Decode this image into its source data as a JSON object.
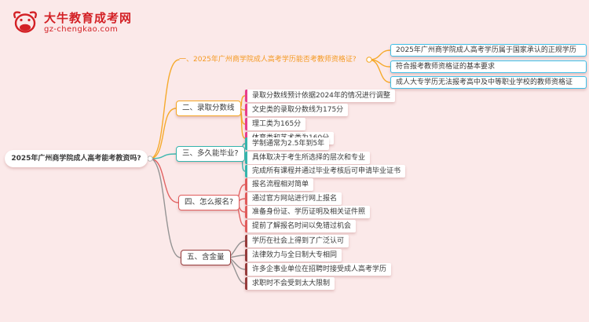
{
  "page": {
    "title": "2025年广州商学院成人高考能考教资吗?"
  },
  "logo": {
    "brand": "大牛教育成考网",
    "domain": "gz-chengkao.com",
    "icon": "cow-icon",
    "color": "#d32025"
  },
  "root": {
    "label": "2025年广州商学院成人高考能考教资吗?"
  },
  "branches": [
    {
      "label": "一、2025年广州商学院成人高考学历能否考教师资格证?",
      "color": "#f5a623",
      "item_accent": "#3ec0e8",
      "items": [
        "2025年广州商学院成人高考学历属于国家承认的正规学历",
        "符合报考教师资格证的基本要求",
        "成人大专学历无法报考高中及中等职业学校的教师资格证"
      ]
    },
    {
      "label": "二、录取分数线",
      "color": "#f5a623",
      "item_accent": "#e83e8c",
      "items": [
        "录取分数线预计依据2024年的情况进行调整",
        "文史类的录取分数线为175分",
        "理工类为165分",
        "体育类和艺术类为160分"
      ]
    },
    {
      "label": "三、多久能毕业?",
      "color": "#35b5ad",
      "item_accent": "#35b5ad",
      "items": [
        "学制通常为2.5年到5年",
        "具体取决于考生所选择的层次和专业",
        "完成所有课程并通过毕业考核后可申请毕业证书"
      ]
    },
    {
      "label": "四、怎么报名?",
      "color": "#e05c5c",
      "item_accent": "#e05c5c",
      "items": [
        "报名流程相对简单",
        "通过官方网站进行网上报名",
        "准备身份证、学历证明及相关证件照",
        "提前了解报名时间以免错过机会"
      ]
    },
    {
      "label": "五、含金量",
      "color": "#963c3c",
      "item_accent": "#963c3c",
      "items": [
        "学历在社会上得到了广泛认可",
        "法律效力与全日制大专相同",
        "许多企事业单位在招聘时接受成人高考学历",
        "求职时不会受到太大限制"
      ]
    }
  ],
  "colors": {
    "background": "#fbe9e9",
    "brand_red": "#d32025",
    "branch1_orange": "#f5a623",
    "branch1_item_blue": "#3ec0e8",
    "branch2_item_pink": "#e83e8c",
    "branch3_teal": "#35b5ad",
    "branch4_red": "#e05c5c",
    "branch5_maroon": "#963c3c",
    "neutral_line_gray": "#8f8f8f"
  }
}
